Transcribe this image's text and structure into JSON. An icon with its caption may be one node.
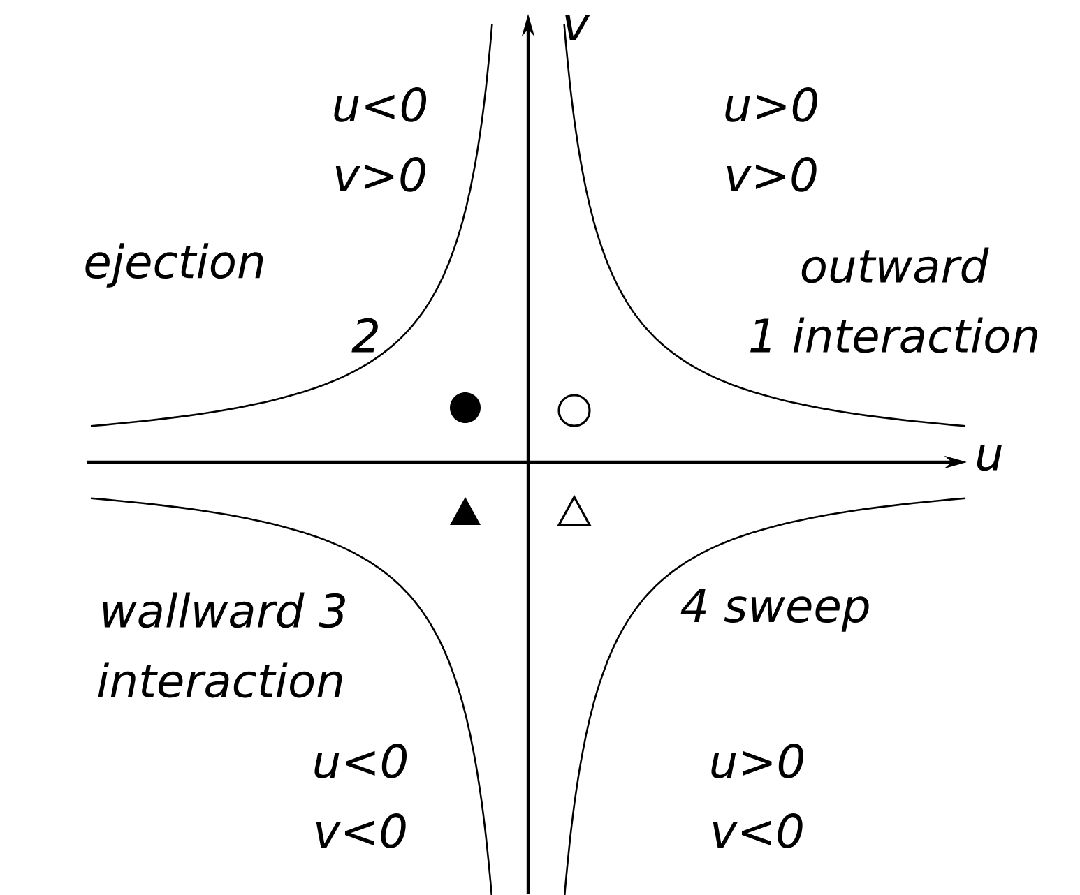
{
  "diagram": {
    "labels": [
      "v",
      "u<0",
      "u>0",
      "v>0",
      "v>0",
      "ejection",
      "outward",
      "2",
      "1 interaction",
      "u",
      "wallward 3",
      "4 sweep",
      "interaction",
      "u<0",
      "u>0",
      "v<0",
      "v<0"
    ]
  }
}
